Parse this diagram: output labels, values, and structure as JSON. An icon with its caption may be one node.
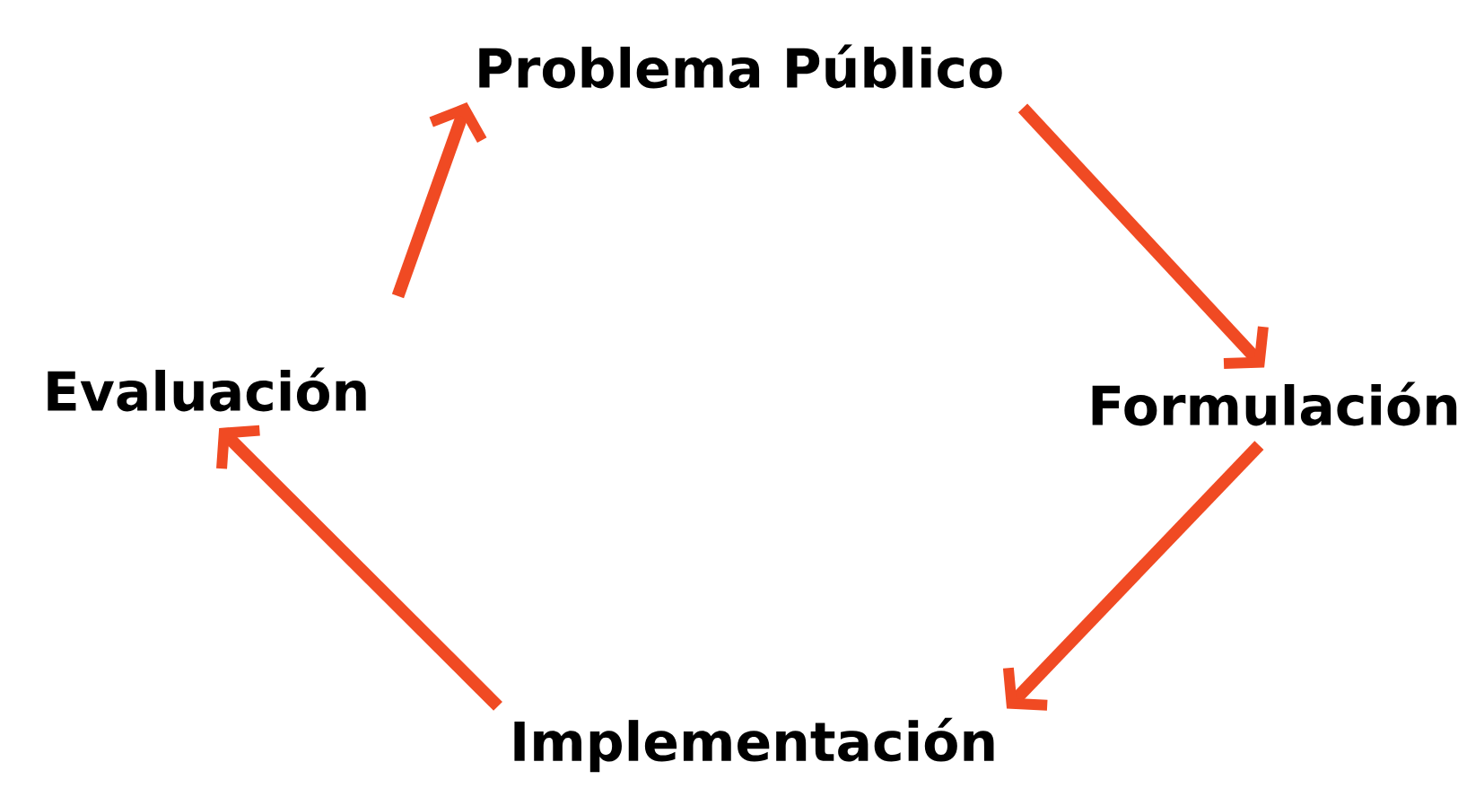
{
  "diagram": {
    "nodes": [
      {
        "text": [
          "Problema Público"
        ]
      },
      {
        "text": [
          "Formulación"
        ]
      },
      {
        "text": [
          "Implementación"
        ]
      },
      {
        "text": [
          "Evaluación"
        ]
      }
    ],
    "edges": [
      {
        "from": 3,
        "to": 0,
        "arrow": "to"
      },
      {
        "from": 0,
        "to": 1,
        "arrow": "to"
      },
      {
        "from": 1,
        "to": 2,
        "arrow": "to"
      },
      {
        "from": 2,
        "to": 3,
        "arrow": "to"
      }
    ]
  }
}
